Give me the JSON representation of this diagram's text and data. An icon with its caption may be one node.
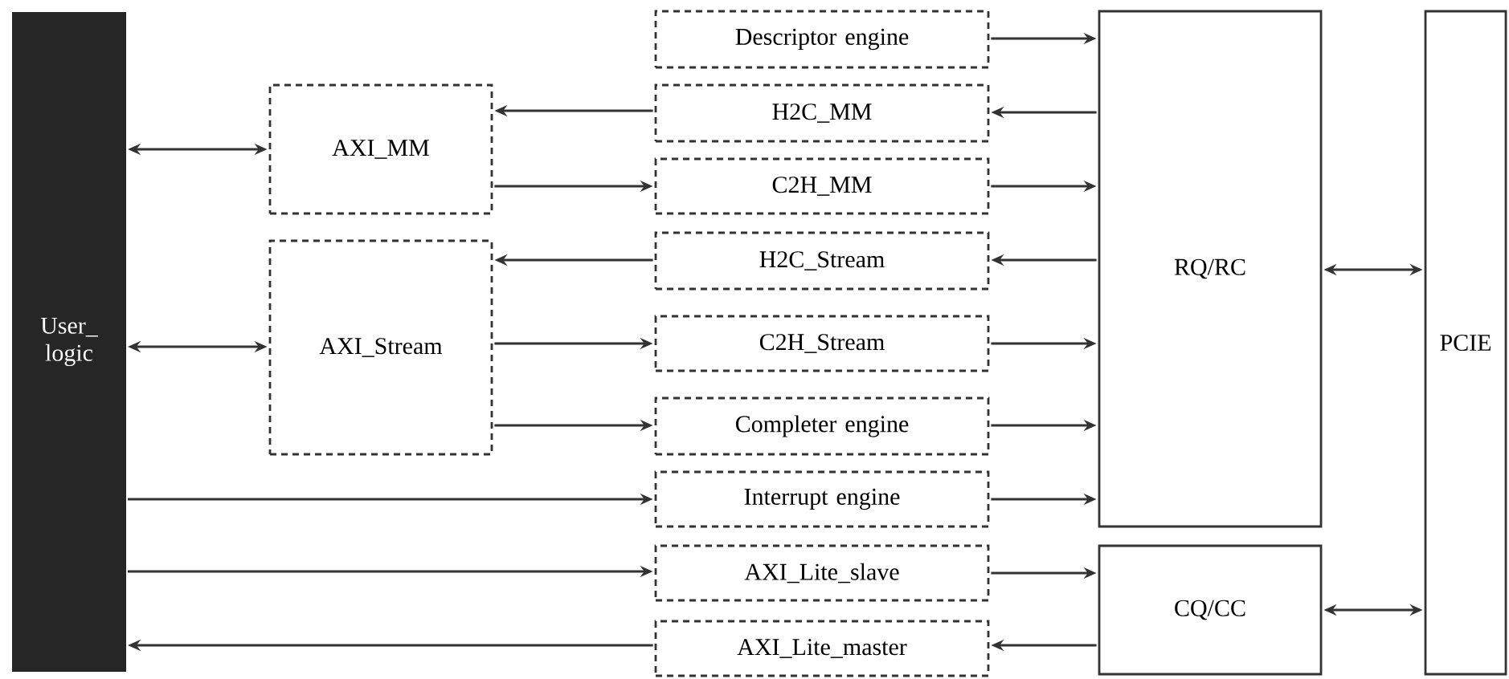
{
  "diagram": {
    "nodes": [
      {
        "text": [
          "User_ logic"
        ]
      },
      {
        "text": [
          "AXI_MM"
        ]
      },
      {
        "text": [
          "AXI_Stream"
        ]
      },
      {
        "text": [
          "Descriptor engine"
        ]
      },
      {
        "text": [
          "H2C_MM"
        ]
      },
      {
        "text": [
          "C2H_MM"
        ]
      },
      {
        "text": [
          "H2C_Stream"
        ]
      },
      {
        "text": [
          "C2H_Stream"
        ]
      },
      {
        "text": [
          "Completer engine"
        ]
      },
      {
        "text": [
          "Interrupt engine"
        ]
      },
      {
        "text": [
          "AXI_Lite_slave"
        ]
      },
      {
        "text": [
          "AXI_Lite_master"
        ]
      },
      {
        "text": [
          "RQ/RC"
        ]
      },
      {
        "text": [
          "CQ/CC"
        ]
      },
      {
        "text": [
          "PCIE"
        ]
      }
    ],
    "edges": [
      {
        "from": 0,
        "to": 1,
        "arrow": "both"
      },
      {
        "from": 0,
        "to": 2,
        "arrow": "both"
      },
      {
        "from": 4,
        "to": 1,
        "arrow": "to"
      },
      {
        "from": 1,
        "to": 5,
        "arrow": "to"
      },
      {
        "from": 6,
        "to": 2,
        "arrow": "to"
      },
      {
        "from": 2,
        "to": 7,
        "arrow": "to"
      },
      {
        "from": 2,
        "to": 8,
        "arrow": "to"
      },
      {
        "from": 0,
        "to": 9,
        "arrow": "to"
      },
      {
        "from": 0,
        "to": 10,
        "arrow": "to"
      },
      {
        "from": 11,
        "to": 0,
        "arrow": "to"
      },
      {
        "from": 3,
        "to": 12,
        "arrow": "to"
      },
      {
        "from": 12,
        "to": 4,
        "arrow": "to"
      },
      {
        "from": 5,
        "to": 12,
        "arrow": "to"
      },
      {
        "from": 12,
        "to": 6,
        "arrow": "to"
      },
      {
        "from": 7,
        "to": 12,
        "arrow": "to"
      },
      {
        "from": 8,
        "to": 12,
        "arrow": "to"
      },
      {
        "from": 9,
        "to": 12,
        "arrow": "to"
      },
      {
        "from": 10,
        "to": 13,
        "arrow": "to"
      },
      {
        "from": 13,
        "to": 11,
        "arrow": "to"
      },
      {
        "from": 12,
        "to": 14,
        "arrow": "both"
      },
      {
        "from": 13,
        "to": 14,
        "arrow": "both"
      }
    ]
  }
}
